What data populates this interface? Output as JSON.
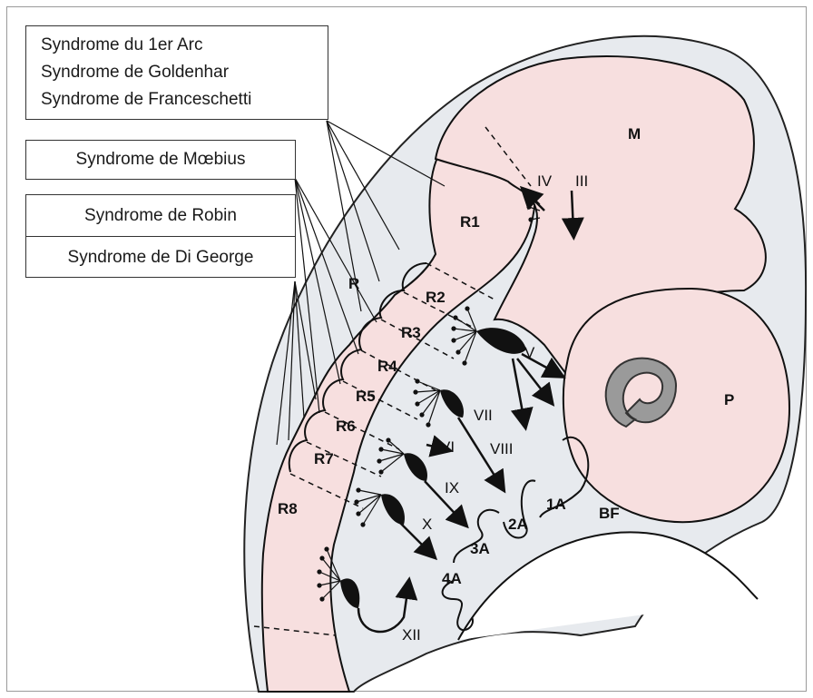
{
  "syndromes": {
    "group1": [
      "Syndrome du 1er Arc",
      "Syndrome de Goldenhar",
      "Syndrome de Franceschetti"
    ],
    "moebius": "Syndrome de Mœbius",
    "robin": "Syndrome de Robin",
    "digeorge": "Syndrome de Di George"
  },
  "regions": {
    "mesencephalon": "M",
    "prosencephalon": "P",
    "rhombencephalon": "R",
    "branchial_fold": "BF"
  },
  "rhombomeres": [
    "R1",
    "R2",
    "R3",
    "R4",
    "R5",
    "R6",
    "R7",
    "R8"
  ],
  "cranial_nerves": [
    "III",
    "IV",
    "V",
    "VI",
    "VII",
    "VIII",
    "IX",
    "X",
    "XII"
  ],
  "arches": [
    "1A",
    "2A",
    "3A",
    "4A"
  ],
  "colors": {
    "neural_tube": "#f7dfdf",
    "mesenchyme": "#e7eaee",
    "eye_gray": "#9a9a9a",
    "ink": "#111111"
  }
}
